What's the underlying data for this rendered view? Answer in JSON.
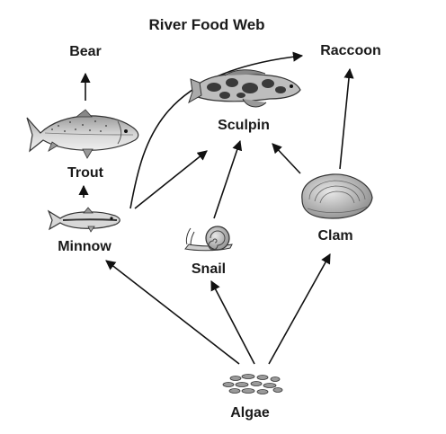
{
  "title": "River Food Web",
  "organisms": {
    "bear": {
      "label": "Bear",
      "icon": "bear-label"
    },
    "raccoon": {
      "label": "Raccoon",
      "icon": "raccoon-label"
    },
    "trout": {
      "label": "Trout",
      "icon": "trout-icon"
    },
    "sculpin": {
      "label": "Sculpin",
      "icon": "sculpin-icon"
    },
    "minnow": {
      "label": "Minnow",
      "icon": "minnow-icon"
    },
    "clam": {
      "label": "Clam",
      "icon": "clam-icon"
    },
    "snail": {
      "label": "Snail",
      "icon": "snail-icon"
    },
    "algae": {
      "label": "Algae",
      "icon": "algae-icon"
    }
  },
  "links": [
    {
      "from": "Trout",
      "to": "Bear"
    },
    {
      "from": "Minnow",
      "to": "Trout"
    },
    {
      "from": "Minnow",
      "to": "Raccoon"
    },
    {
      "from": "Minnow",
      "to": "Sculpin"
    },
    {
      "from": "Snail",
      "to": "Sculpin"
    },
    {
      "from": "Clam",
      "to": "Sculpin"
    },
    {
      "from": "Clam",
      "to": "Raccoon"
    },
    {
      "from": "Algae",
      "to": "Minnow"
    },
    {
      "from": "Algae",
      "to": "Snail"
    },
    {
      "from": "Algae",
      "to": "Clam"
    }
  ],
  "colors": {
    "ink": "#111111",
    "background": "#ffffff"
  }
}
